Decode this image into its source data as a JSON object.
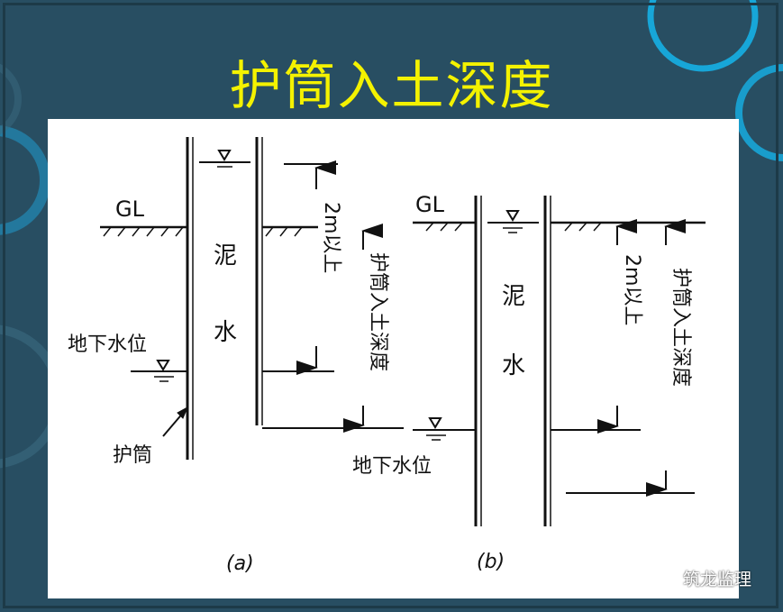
{
  "slide": {
    "title": "护筒入土深度",
    "watermark": "筑龙监理"
  },
  "diagram_a": {
    "ground_label": "GL",
    "mud_char1": "泥",
    "mud_char2": "水",
    "depth_label": "2m以上",
    "embed_label": "护筒入土深度",
    "water_table_label": "地下水位",
    "casing_label": "护筒",
    "caption": "(a)"
  },
  "diagram_b": {
    "ground_label": "GL",
    "mud_char1": "泥",
    "mud_char2": "水",
    "depth_label": "2m以上",
    "embed_label": "护筒入土深度",
    "water_table_label": "地下水位",
    "caption": "(b)"
  },
  "colors": {
    "background": "#284e62",
    "title": "#f4f200",
    "accent_ring": "#17a6d8",
    "ink": "#111111"
  }
}
